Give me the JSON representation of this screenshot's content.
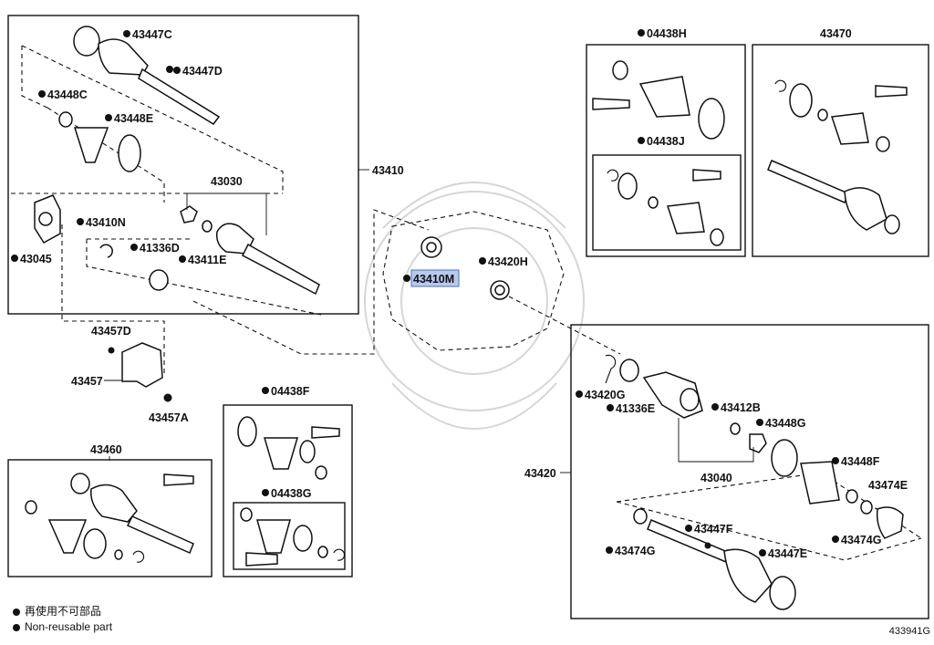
{
  "labels": {
    "p43447C_1": "43447C",
    "p43447D": "43447D",
    "p43448C": "43448C",
    "p43448E": "43448E",
    "p43030": "43030",
    "p43410": "43410",
    "p43410N": "43410N",
    "p41336D": "41336D",
    "p43411E": "43411E",
    "p43045": "43045",
    "p43457D": "43457D",
    "p43457": "43457",
    "p43457A": "43457A",
    "p43460": "43460",
    "p04438F": "04438F",
    "p04438G": "04438G",
    "p04438H": "04438H",
    "p04438J": "04438J",
    "p43470": "43470",
    "p43410M": "43410M",
    "p43420H": "43420H",
    "p43420": "43420",
    "p43420G": "43420G",
    "p41336E": "41336E",
    "p43412B": "43412B",
    "p43448G": "43448G",
    "p43040": "43040",
    "p43448F": "43448F",
    "p43474E": "43474E",
    "p43474G_1": "43474G",
    "p43474G_2": "43474G",
    "p43447F": "43447F",
    "p43447E": "43447E"
  },
  "legend": {
    "line1": "再使用不可部品",
    "line2": "Non-reusable part"
  },
  "diagram_code": "433941G",
  "highlight_color": "#b7c9ee"
}
